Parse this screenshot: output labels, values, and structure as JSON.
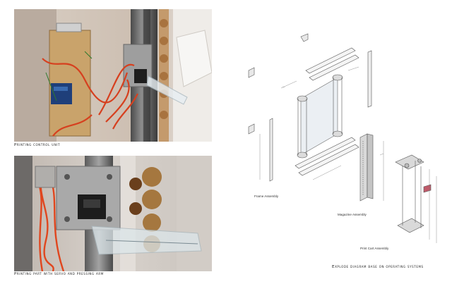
{
  "photos": {
    "top": {
      "caption": "Printing control unit"
    },
    "bottom": {
      "caption": "Printing part with servo and pressing arm"
    }
  },
  "diagram": {
    "caption": "Explode diagram base on operating systems",
    "labels": {
      "frame": "Frame Assembly",
      "magazine": "Magazine Assembly",
      "print_cart": "Print Cart Assembly"
    }
  }
}
